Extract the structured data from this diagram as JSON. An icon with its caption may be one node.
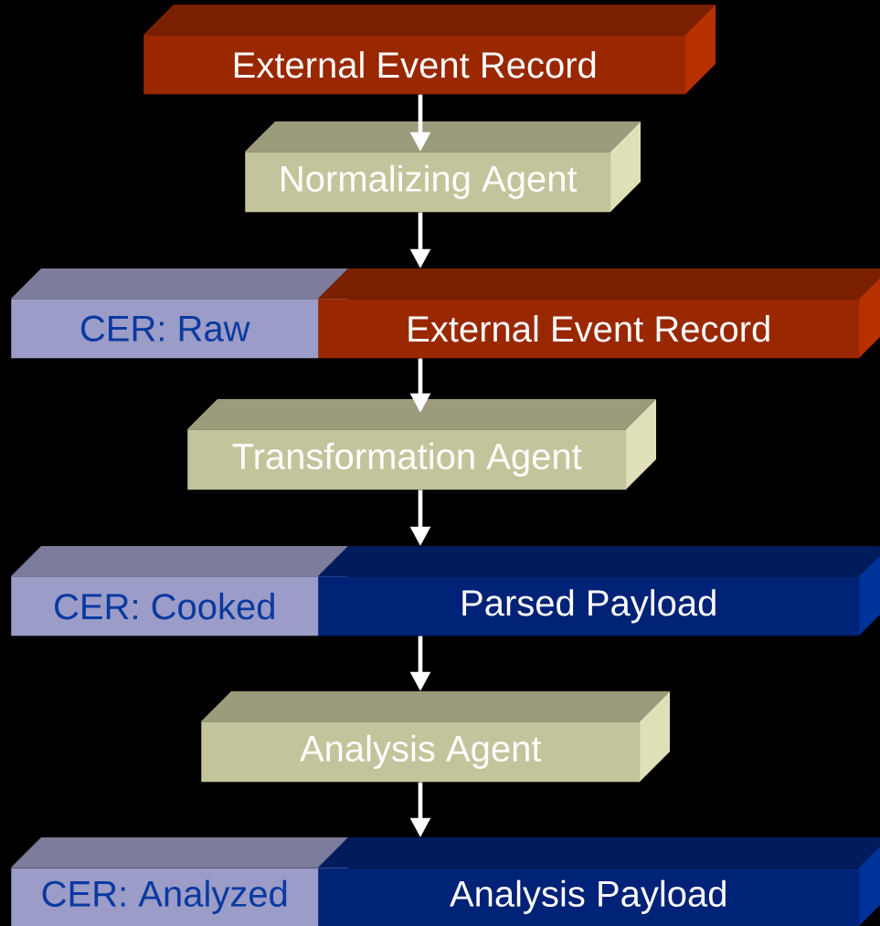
{
  "diagram": {
    "nodes": [
      {
        "text": [
          "External Event Record"
        ]
      },
      {
        "text": [
          "Normalizing Agent"
        ]
      },
      {
        "text": [
          "CER: Raw"
        ]
      },
      {
        "text": [
          "External Event Record"
        ]
      },
      {
        "text": [
          "Transformation Agent"
        ]
      },
      {
        "text": [
          "CER: Cooked"
        ]
      },
      {
        "text": [
          "Parsed Payload"
        ]
      },
      {
        "text": [
          "Analysis Agent"
        ]
      },
      {
        "text": [
          "CER: Analyzed"
        ]
      },
      {
        "text": [
          "Analysis Payload"
        ]
      }
    ],
    "edges": [
      {
        "from": 0,
        "to": 1,
        "arrow": "to"
      },
      {
        "from": 1,
        "to": 3,
        "arrow": "to"
      },
      {
        "from": 3,
        "to": 4,
        "arrow": "to"
      },
      {
        "from": 4,
        "to": 6,
        "arrow": "to"
      },
      {
        "from": 6,
        "to": 7,
        "arrow": "to"
      },
      {
        "from": 7,
        "to": 9,
        "arrow": "to"
      }
    ]
  }
}
